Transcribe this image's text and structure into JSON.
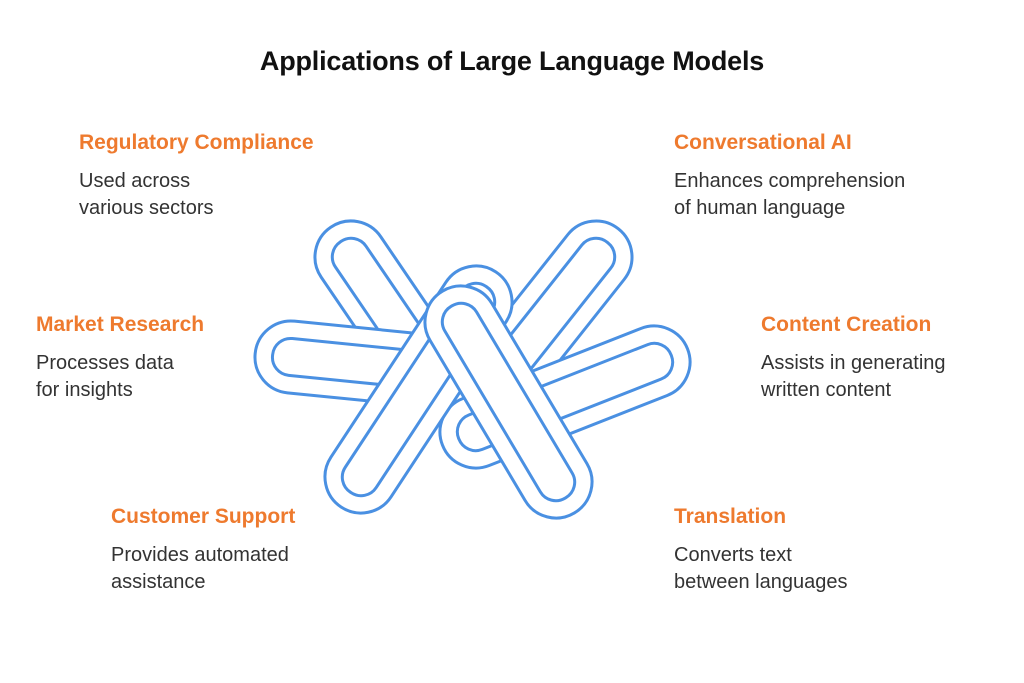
{
  "title": "Applications of Large Language Models",
  "colors": {
    "accent": "#ee7a2e",
    "knot": "#4a90e2",
    "text": "#333333"
  },
  "knot_icon": "six-lobed-knot-icon",
  "items": [
    {
      "heading": "Regulatory Compliance",
      "lines": [
        "Used across",
        "various sectors"
      ]
    },
    {
      "heading": "Conversational AI",
      "lines": [
        "Enhances comprehension",
        "of human language"
      ]
    },
    {
      "heading": "Market Research",
      "lines": [
        "Processes data",
        "for insights"
      ]
    },
    {
      "heading": "Content Creation",
      "lines": [
        "Assists in generating",
        "written content"
      ]
    },
    {
      "heading": "Customer Support",
      "lines": [
        "Provides automated",
        "assistance"
      ]
    },
    {
      "heading": "Translation",
      "lines": [
        "Converts text",
        "between languages"
      ]
    }
  ]
}
